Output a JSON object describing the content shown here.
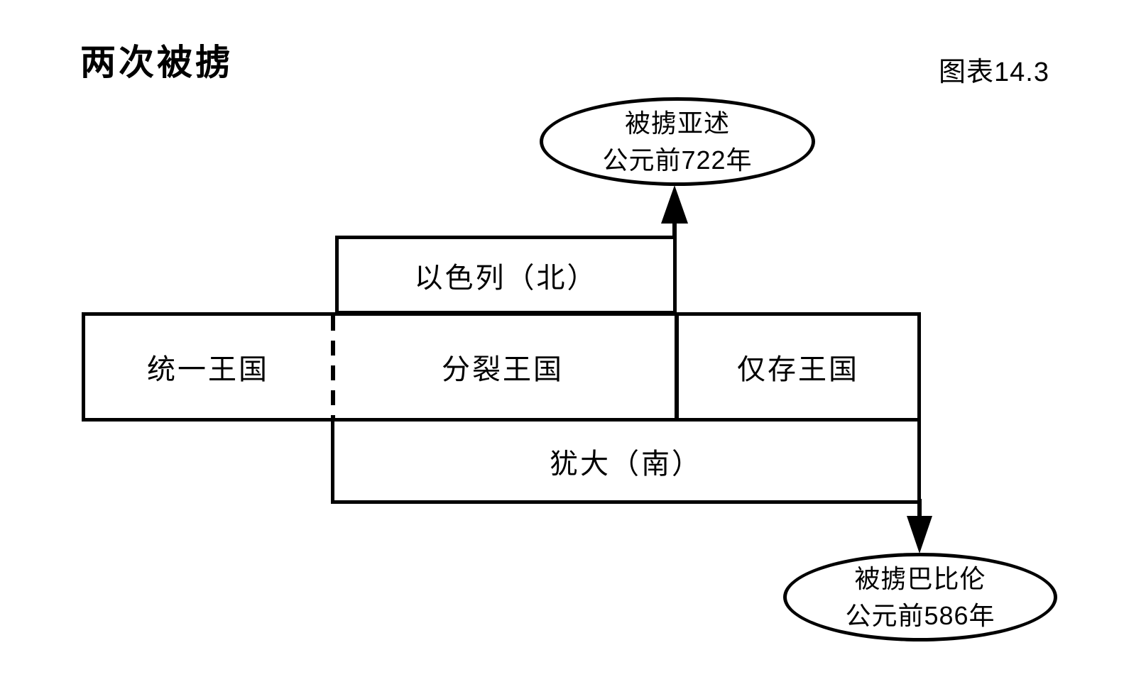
{
  "page": {
    "title": "两次被掳",
    "figure_label": "图表14.3",
    "background_color": "#ffffff",
    "line_color": "#000000",
    "text_color": "#000000"
  },
  "diagram": {
    "top_ellipse": {
      "line1": "被掳亚述",
      "line2": "公元前722年"
    },
    "israel_label": "以色列（北）",
    "timeline_sections": [
      {
        "label": "统一王国"
      },
      {
        "label": "分裂王国"
      },
      {
        "label": "仅存王国"
      }
    ],
    "judah_label": "犹大（南）",
    "bottom_ellipse": {
      "line1": "被掳巴比伦",
      "line2": "公元前586年"
    }
  }
}
